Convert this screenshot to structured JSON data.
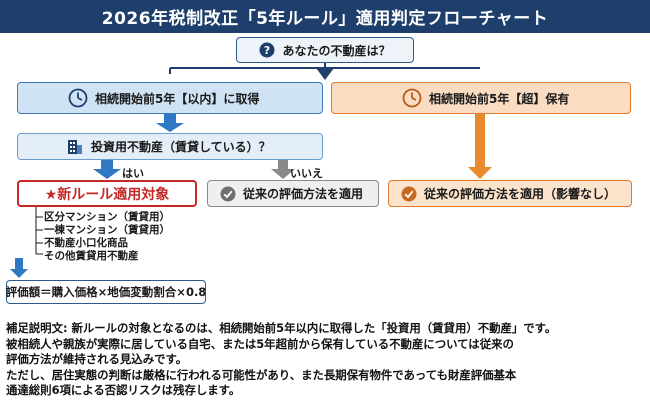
{
  "title": "2026年税制改正「5年ルール」適用判定フローチャート",
  "nodes": {
    "question": "あなたの不動産は？",
    "within_5yrs": "相続開始前5年【以内】に取得",
    "over_5yrs": "相続開始前5年【超】保有",
    "investment_question": "投資用不動産（賃貸している）？",
    "yes": "はい",
    "no": "いいえ",
    "new_rule": "★新ルール適用対象",
    "conventional_mid": "従来の評価方法を適用",
    "conventional_right": "従来の評価方法を適用（影響なし）",
    "formula": "評価額＝購入価格×地価変動割合×0.8"
  },
  "new_rule_items": [
    "区分マンション（賃貸用）",
    "一棟マンション（賃貸用）",
    "不動産小口化商品",
    "その他賃貸用不動産"
  ],
  "explanation": [
    "補足説明文: 新ルールの対象となるのは、相続開始前5年以内に取得した「投資用（賃貸用）不動産」です。",
    "被相続人や親族が実際に居している自宅、または5年超前から保有している不動産については従来の",
    "評価方法が維持される見込みです。",
    "ただし、居住実態の判断は厳格に行われる可能性があり、また長期保有物件であっても財産評価基本",
    "通達総則6項による否認リスクは残存します。"
  ],
  "colors": {
    "title_bg": "#1e3f6b",
    "blue_accent": "#3a78b8",
    "orange_accent": "#e07a2e",
    "red_accent": "#c62828",
    "gray_accent": "#8a8a8a"
  },
  "icons": {
    "question": "question-circle-icon",
    "within": "clock-icon",
    "over": "clock-icon",
    "investment": "building-icon",
    "conventional": "check-circle-icon"
  }
}
